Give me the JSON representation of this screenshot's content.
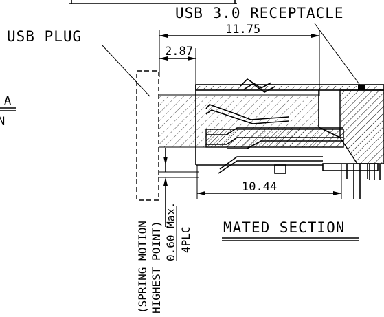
{
  "labels": {
    "usb_plug": "USB   PLUG",
    "receptacle": "USB  3.0  RECEPTACLE",
    "mated_section": "MATED  SECTION",
    "left_a": "A",
    "left_n": "N",
    "spring_line1": "(SPRING MOTION",
    "spring_line2": "HIGHEST POINT)",
    "spring_line3": "0.60 Max.",
    "spring_line4": "4PLC"
  },
  "dimensions": {
    "overall": "11.75",
    "plug_offset": "2.87",
    "bottom": "10.44"
  }
}
